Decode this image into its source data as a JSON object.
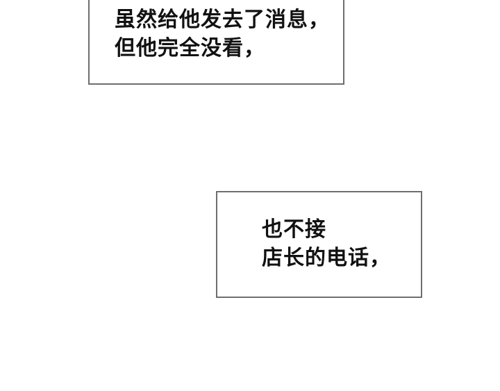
{
  "panel": {
    "background": "#ffffff",
    "border_color": "#6e6e6e",
    "captions": [
      {
        "lines": [
          "虽然给他发去了消息，",
          "但他完全没看，"
        ]
      },
      {
        "lines": [
          "也不接",
          "店长的电话，"
        ]
      }
    ]
  }
}
